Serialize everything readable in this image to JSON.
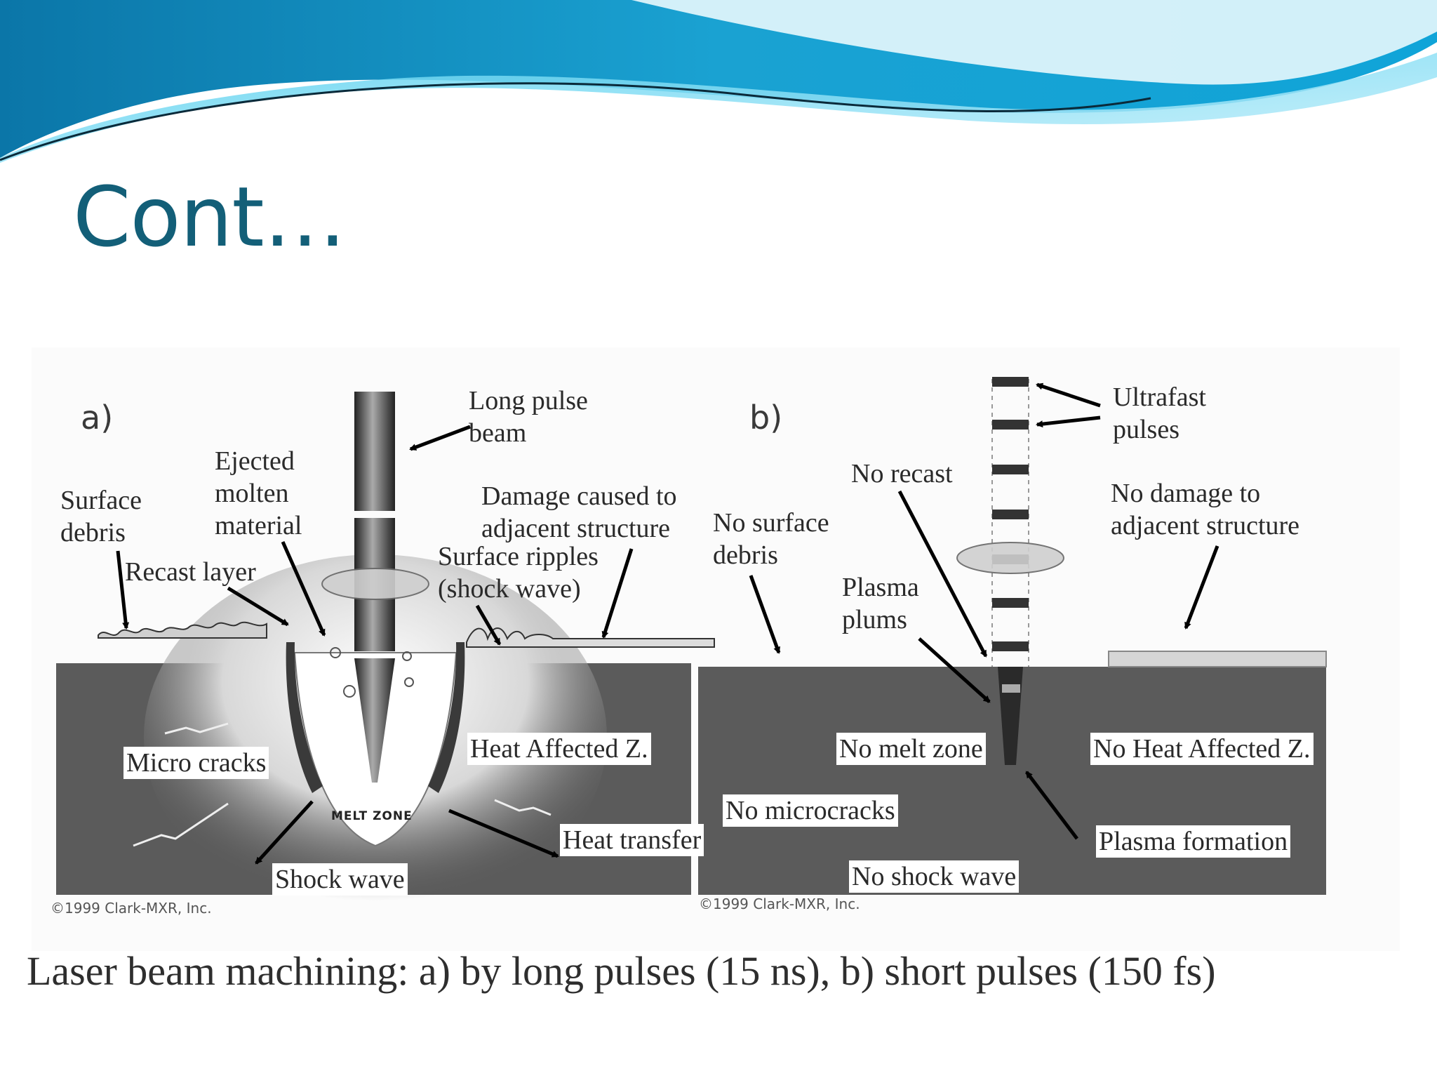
{
  "slide": {
    "title": "Cont…"
  },
  "figure": {
    "panel_a": {
      "letter": "a)",
      "labels": {
        "long_pulse_beam": [
          "Long pulse",
          "beam"
        ],
        "ejected_molten_material": [
          "Ejected",
          "molten",
          "material"
        ],
        "surface_debris": [
          "Surface",
          "debris"
        ],
        "recast_layer": "Recast layer",
        "damage_adjacent": [
          "Damage caused to",
          "adjacent structure"
        ],
        "surface_ripples": [
          "Surface ripples",
          "(shock wave)"
        ],
        "micro_cracks": "Micro cracks",
        "heat_affected_zone": "Heat Affected Z.",
        "melt_zone": "MELT ZONE",
        "heat_transfer": "Heat transfer",
        "shock_wave": "Shock wave"
      },
      "copyright": "©1999 Clark-MXR, Inc."
    },
    "panel_b": {
      "letter": "b)",
      "labels": {
        "ultrafast_pulses": [
          "Ultrafast",
          "pulses"
        ],
        "no_recast": "No recast",
        "no_damage": [
          "No damage to",
          "adjacent structure"
        ],
        "no_surface_debris": [
          "No surface",
          "debris"
        ],
        "plasma_plums": [
          "Plasma",
          "plums"
        ],
        "no_melt_zone": "No melt zone",
        "no_heat_affected_zone": "No Heat Affected Z.",
        "no_microcracks": "No microcracks",
        "plasma_formation": "Plasma formation",
        "no_shock_wave": "No shock wave"
      },
      "copyright": "©1999 Clark-MXR, Inc."
    },
    "caption": "Laser beam machining: a) by long pulses (15 ns), b) short pulses (150 fs)"
  },
  "colors": {
    "title": "#135f78",
    "wave_dark": "#0f7fb0",
    "wave_light": "#3fc4e6",
    "workpiece": "#5b5b5b"
  }
}
